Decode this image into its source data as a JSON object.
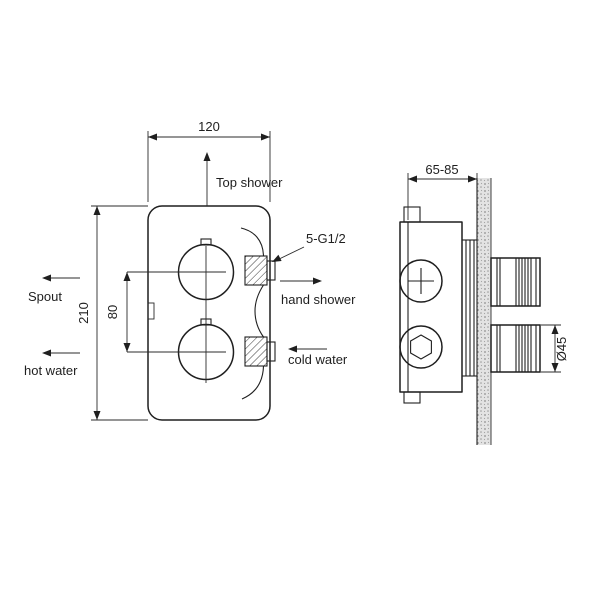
{
  "drawing": {
    "front": {
      "dim_width": "120",
      "dim_height": "210",
      "dim_port_spacing": "80",
      "label_top_shower": "Top shower",
      "label_spout": "Spout",
      "label_hot_water": "hot water",
      "label_hand_shower": "hand shower",
      "label_cold_water": "cold water",
      "label_thread": "5-G1/2"
    },
    "side": {
      "dim_depth": "65-85",
      "dim_knob_diameter": "Ø45"
    },
    "colors": {
      "line": "#1f1f1f",
      "background": "#ffffff"
    }
  }
}
